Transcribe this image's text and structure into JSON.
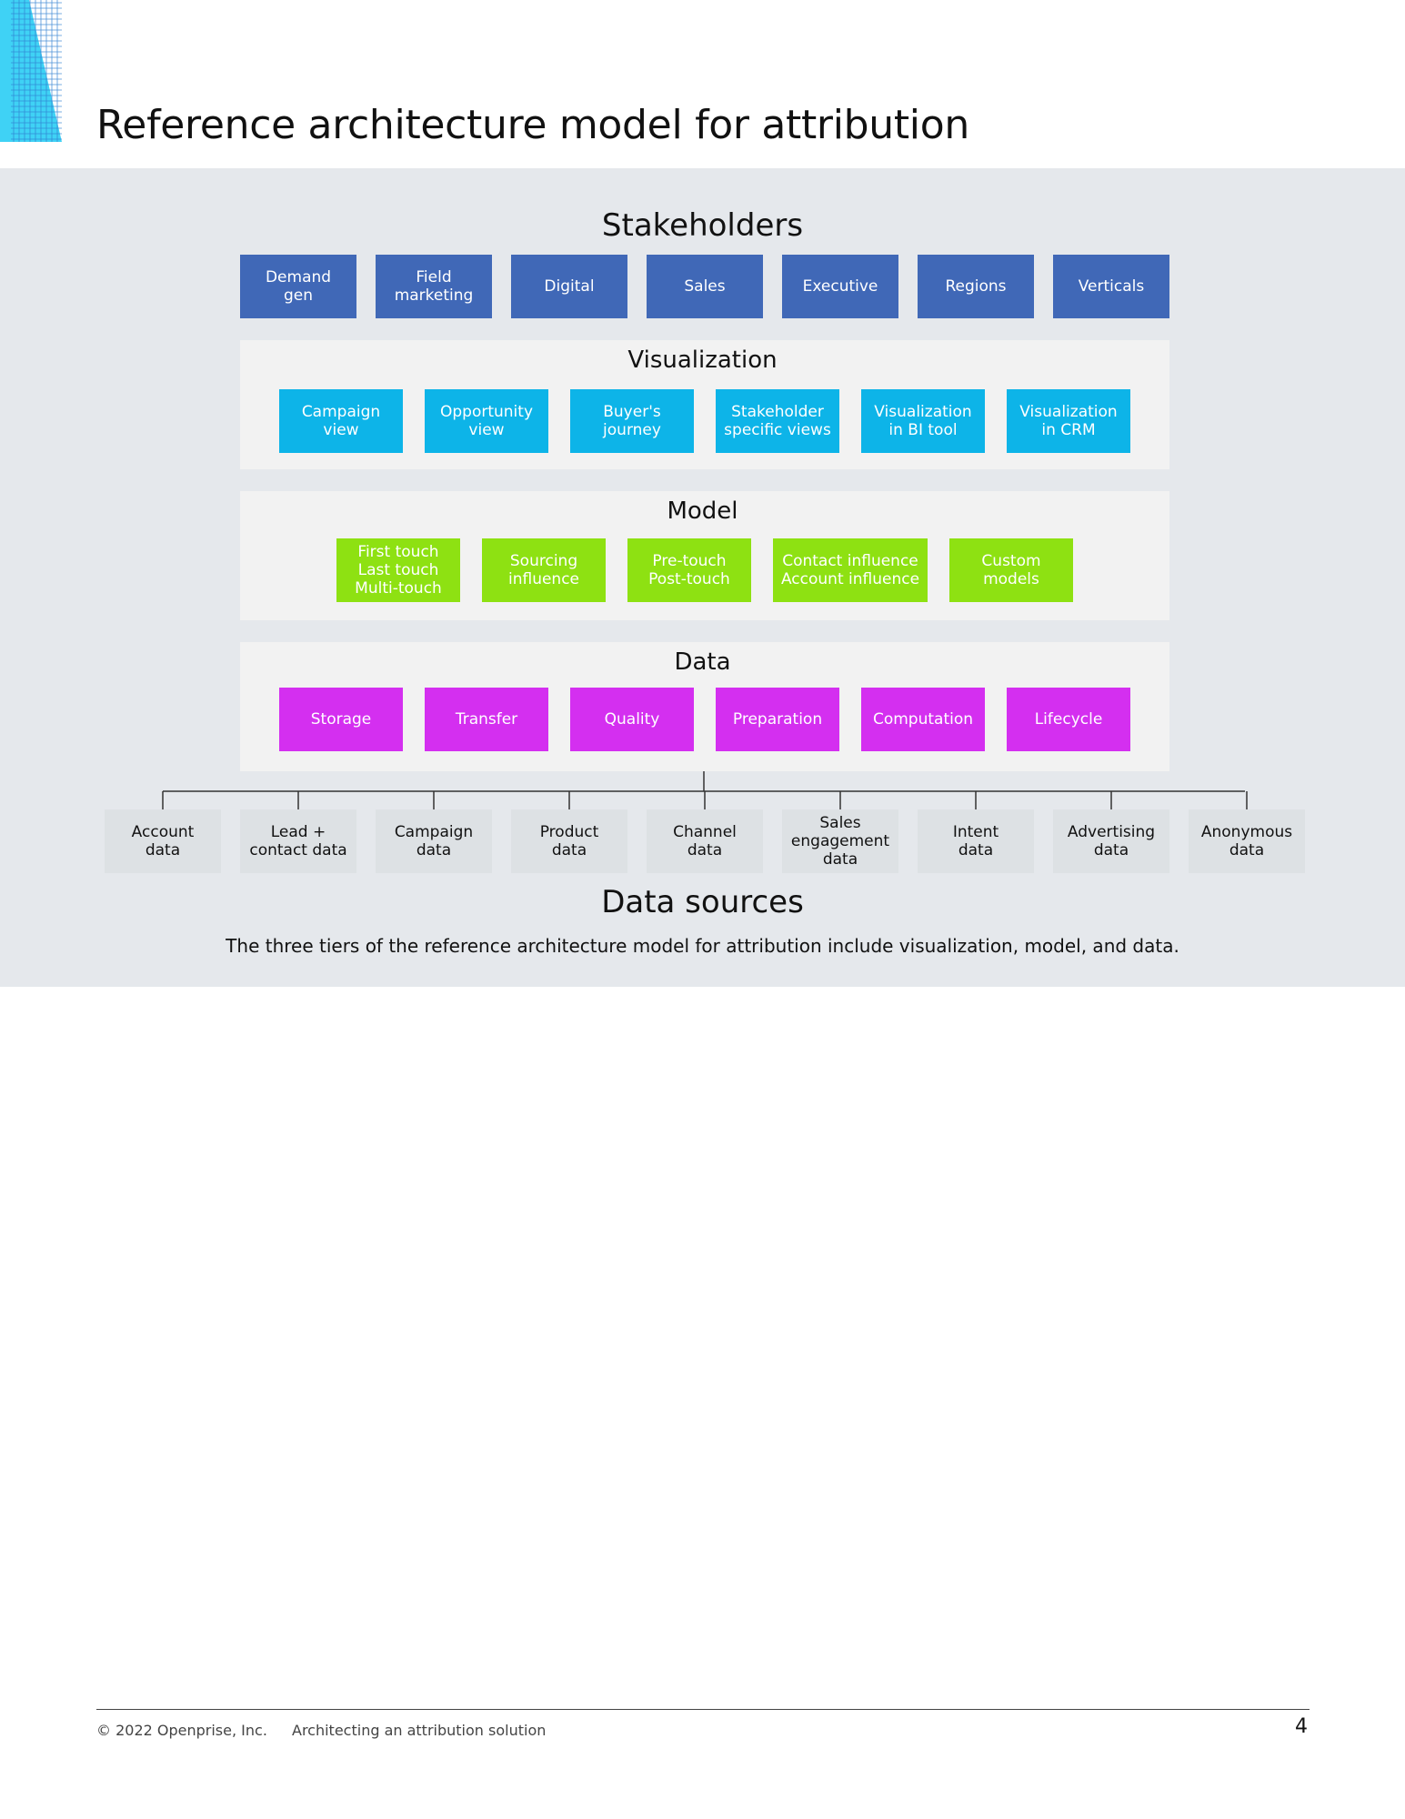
{
  "page": {
    "title": "Reference architecture model for attribution",
    "caption": "The three tiers of the reference architecture model for attribution include visualization, model, and data."
  },
  "diagram": {
    "stakeholders": {
      "title": "Stakeholders",
      "items": [
        "Demand\ngen",
        "Field\nmarketing",
        "Digital",
        "Sales",
        "Executive",
        "Regions",
        "Verticals"
      ]
    },
    "visualization": {
      "title": "Visualization",
      "items": [
        "Campaign\nview",
        "Opportunity\nview",
        "Buyer's\njourney",
        "Stakeholder\nspecific views",
        "Visualization\nin BI tool",
        "Visualization\nin CRM"
      ]
    },
    "model": {
      "title": "Model",
      "items": [
        "First touch\nLast touch\nMulti-touch",
        "Sourcing\ninfluence",
        "Pre-touch\nPost-touch",
        "Contact influence\nAccount influence",
        "Custom\nmodels"
      ]
    },
    "data": {
      "title": "Data",
      "items": [
        "Storage",
        "Transfer",
        "Quality",
        "Preparation",
        "Computation",
        "Lifecycle"
      ]
    },
    "data_sources": {
      "title": "Data sources",
      "items": [
        "Account\ndata",
        "Lead +\ncontact data",
        "Campaign\ndata",
        "Product\ndata",
        "Channel\ndata",
        "Sales\nengagement\ndata",
        "Intent\ndata",
        "Advertising\ndata",
        "Anonymous\ndata"
      ]
    },
    "colors": {
      "stakeholders": "#4068b7",
      "visualization": "#0db4e8",
      "model": "#8ee112",
      "data": "#d42ff0",
      "data_sources": "#dde1e4",
      "band": "#f2f2f2"
    }
  },
  "footer": {
    "copyright": "© 2022 Openprise, Inc.",
    "doc_title": "Architecting an attribution solution",
    "page_number": "4"
  }
}
